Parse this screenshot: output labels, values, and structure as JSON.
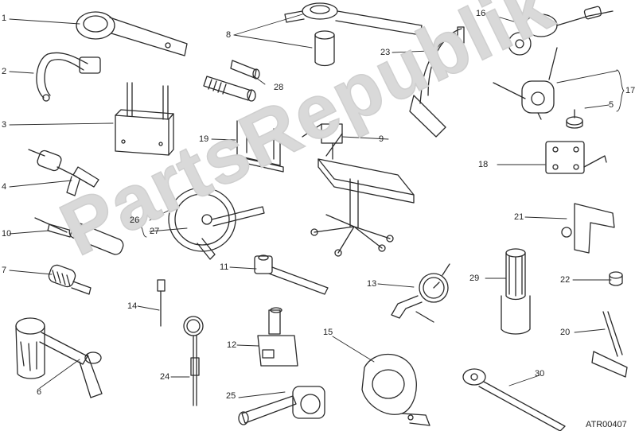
{
  "diagram": {
    "code": "ATR00407",
    "watermark": "PartsRepublik",
    "labels": [
      {
        "id": "l1",
        "text": "1"
      },
      {
        "id": "l2",
        "text": "2"
      },
      {
        "id": "l3",
        "text": "3"
      },
      {
        "id": "l4",
        "text": "4"
      },
      {
        "id": "l5",
        "text": "5"
      },
      {
        "id": "l6",
        "text": "6"
      },
      {
        "id": "l7",
        "text": "7"
      },
      {
        "id": "l8",
        "text": "8"
      },
      {
        "id": "l9",
        "text": "9"
      },
      {
        "id": "l10",
        "text": "10"
      },
      {
        "id": "l11",
        "text": "11"
      },
      {
        "id": "l12",
        "text": "12"
      },
      {
        "id": "l13",
        "text": "13"
      },
      {
        "id": "l14",
        "text": "14"
      },
      {
        "id": "l15",
        "text": "15"
      },
      {
        "id": "l16",
        "text": "16"
      },
      {
        "id": "l17",
        "text": "17"
      },
      {
        "id": "l18",
        "text": "18"
      },
      {
        "id": "l19",
        "text": "19"
      },
      {
        "id": "l20",
        "text": "20"
      },
      {
        "id": "l21",
        "text": "21"
      },
      {
        "id": "l22",
        "text": "22"
      },
      {
        "id": "l23",
        "text": "23"
      },
      {
        "id": "l24",
        "text": "24"
      },
      {
        "id": "l25",
        "text": "25"
      },
      {
        "id": "l26",
        "text": "26"
      },
      {
        "id": "l27",
        "text": "27"
      },
      {
        "id": "l28",
        "text": "28"
      },
      {
        "id": "l29",
        "text": "29"
      },
      {
        "id": "l30",
        "text": "30"
      }
    ]
  }
}
